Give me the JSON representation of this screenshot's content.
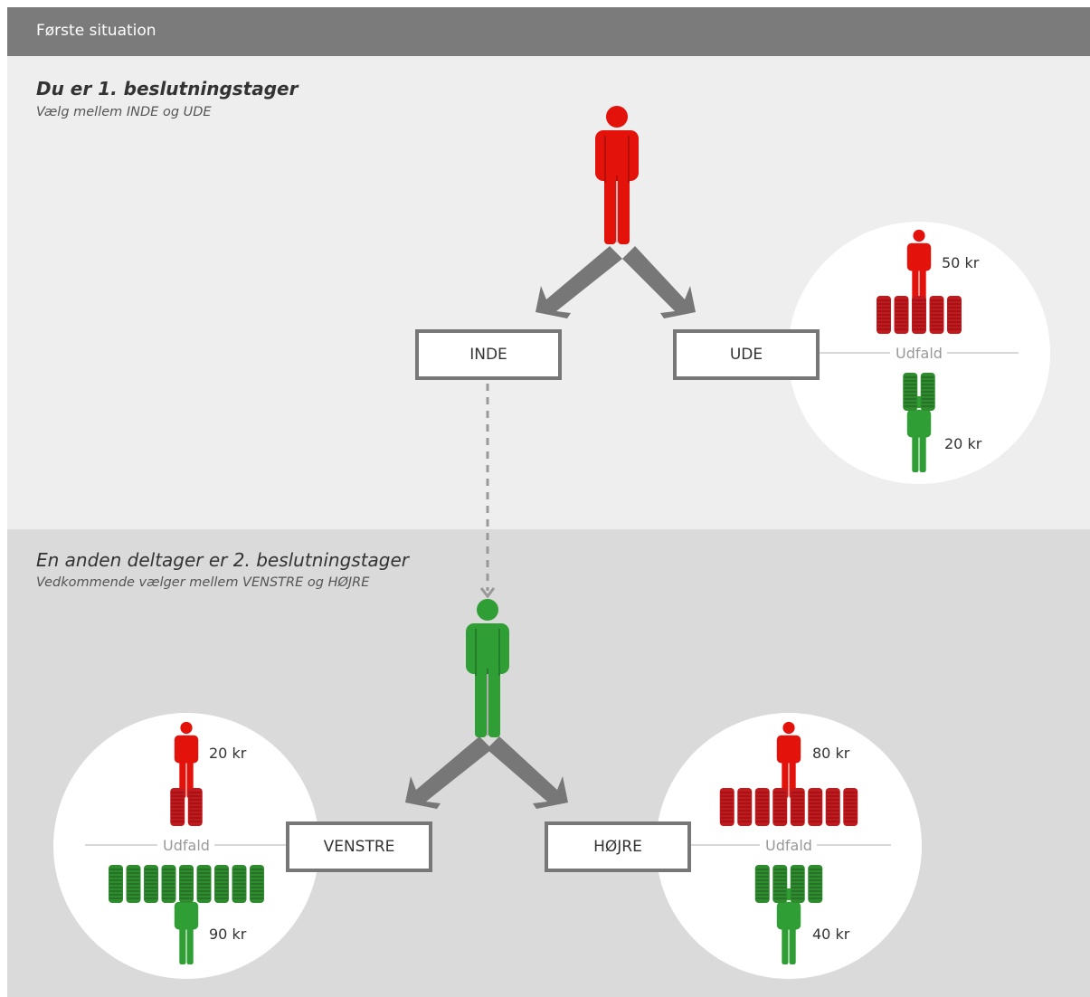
{
  "header": {
    "title": "Første situation"
  },
  "section1": {
    "title": "Du er 1. beslutningstager",
    "subtitle": "Vælg mellem INDE og UDE"
  },
  "section2": {
    "title": "En anden deltager er 2. beslutningstager",
    "subtitle": "Vedkommende vælger mellem VENSTRE og HØJRE"
  },
  "options": {
    "inde": "INDE",
    "ude": "UDE",
    "venstre": "VENSTRE",
    "hojre": "HØJRE"
  },
  "outcome_label": "Udfald",
  "outcomes": {
    "ude": {
      "red_amount": "50 kr",
      "green_amount": "20 kr",
      "red_stacks": 5,
      "green_stacks": 2
    },
    "venstre": {
      "red_amount": "20 kr",
      "green_amount": "90 kr",
      "red_stacks": 2,
      "green_stacks": 9
    },
    "hojre": {
      "red_amount": "80 kr",
      "green_amount": "40 kr",
      "red_stacks": 8,
      "green_stacks": 4
    }
  },
  "colors": {
    "red_person": "#e3120b",
    "green_person": "#2f9e34",
    "red_coin": "#c4191c",
    "green_coin": "#2e8b2e",
    "arrow": "#777777",
    "header_bg": "#7b7b7b"
  },
  "icons": [
    "person-red-icon",
    "person-green-icon",
    "coin-stack-icon",
    "arrow-icon"
  ]
}
